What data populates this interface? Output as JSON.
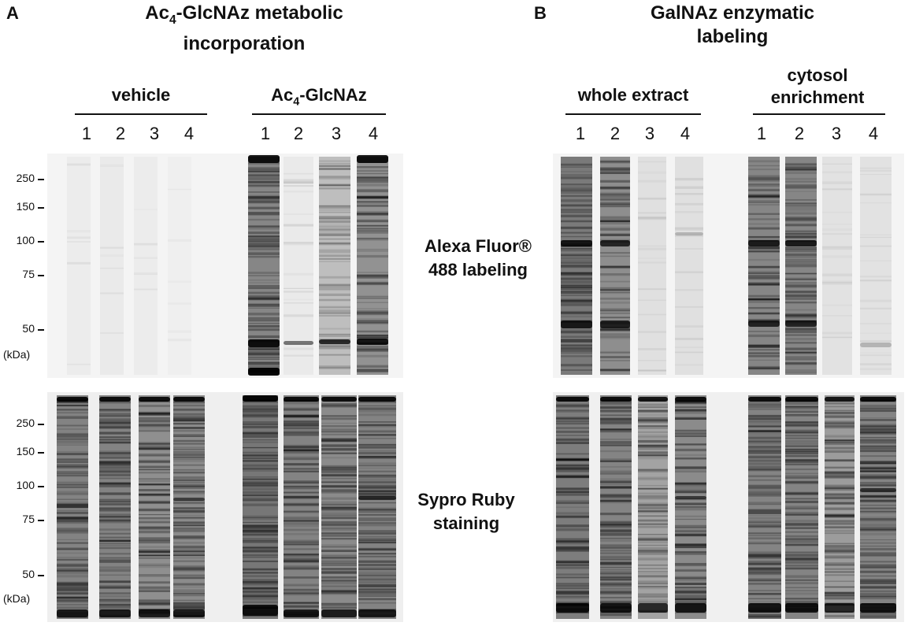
{
  "panelA": {
    "letter": "A",
    "title_pre": "Ac",
    "title_sub": "4",
    "title_post": "-GlcNAz metabolic",
    "title_line2": "incorporation",
    "group1": "vehicle",
    "group2_pre": "Ac",
    "group2_sub": "4",
    "group2_post": "-GlcNAz"
  },
  "panelB": {
    "letter": "B",
    "title_line1": "GalNAz enzymatic",
    "title_line2": "labeling",
    "group1": "whole extract",
    "group2_line1": "cytosol",
    "group2_line2": "enrichment"
  },
  "lanes": [
    "1",
    "2",
    "3",
    "4"
  ],
  "markers": {
    "m250": "250",
    "m150": "150",
    "m100": "100",
    "m75": "75",
    "m50": "50",
    "unit": "(kDa)"
  },
  "rows": {
    "top_line1": "Alexa Fluor®",
    "top_line2": "488 labeling",
    "bottom_line1": "Sypro Ruby",
    "bottom_line2": "staining"
  }
}
